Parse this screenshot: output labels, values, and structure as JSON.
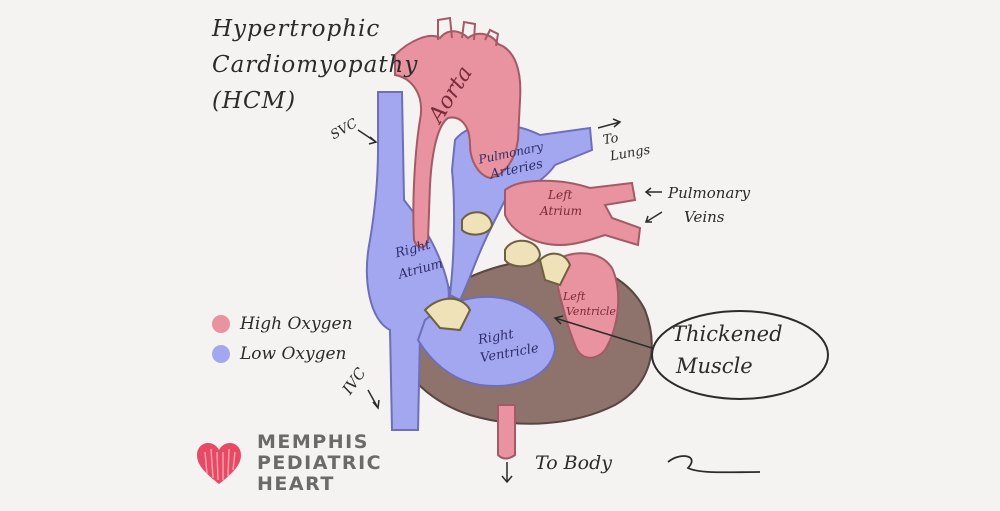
{
  "title": {
    "line1": "Hypertrophic",
    "line2": "Cardiomyopathy",
    "line3": "(HCM)"
  },
  "labels": {
    "aorta": "Aorta",
    "svc": "SVC",
    "ivc": "IVC",
    "pulmonary_arteries_1": "Pulmonary",
    "pulmonary_arteries_2": "Arteries",
    "to_lungs_1": "To",
    "to_lungs_2": "Lungs",
    "pulmonary_veins_1": "Pulmonary",
    "pulmonary_veins_2": "Veins",
    "left_atrium_1": "Left",
    "left_atrium_2": "Atrium",
    "right_atrium_1": "Right",
    "right_atrium_2": "Atrium",
    "left_ventricle_1": "Left",
    "left_ventricle_2": "Ventricle",
    "right_ventricle_1": "Right",
    "right_ventricle_2": "Ventricle",
    "thickened_1": "Thickened",
    "thickened_2": "Muscle",
    "to_body": "To Body"
  },
  "legend": [
    {
      "label": "High Oxygen",
      "color": "#e8939f"
    },
    {
      "label": "Low Oxygen",
      "color": "#a3a7f0"
    }
  ],
  "logo": {
    "line1": "MEMPHIS",
    "line2": "PEDIATRIC",
    "line3": "HEART",
    "heart_color": "#e84a63"
  },
  "colors": {
    "oxygenated": "#e8939f",
    "deoxygenated": "#a3a7f0",
    "muscle": "#8a6f68",
    "valve": "#efe2b8",
    "background": "#f4f3f1"
  }
}
